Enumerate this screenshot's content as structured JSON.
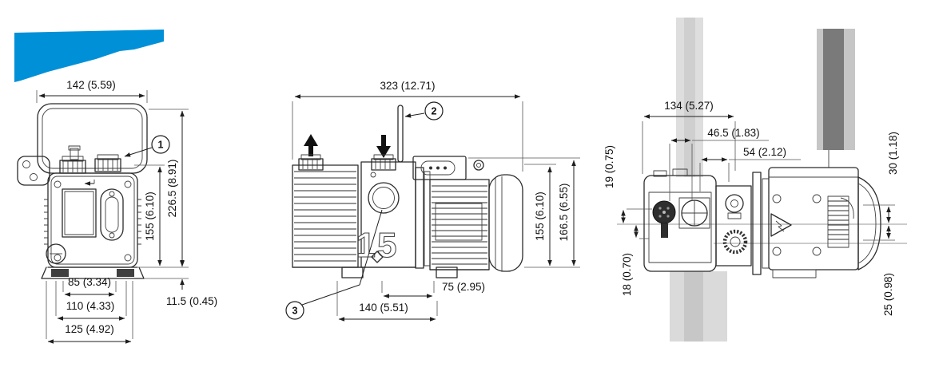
{
  "drawing": {
    "type": "technical-dimension-drawing",
    "subject": "rotary vane vacuum pump, three orthographic views",
    "units_note": "mm (inch)",
    "balloon_1": "1",
    "balloon_2": "2",
    "balloon_3": "3"
  },
  "front_view": {
    "dim_width": "142 (5.59)",
    "dim_body_height": "155 (6.10)",
    "dim_total_height": "226.5 (8.91)",
    "dim_foot_height": "11.5 (0.45)",
    "dim_base_inner": "85 (3.34)",
    "dim_base_mid": "110 (4.33)",
    "dim_base_outer": "125 (4.92)"
  },
  "side_view": {
    "dim_length": "323 (12.71)",
    "dim_body_height": "155 (6.10)",
    "dim_total_height": "166.5 (6.55)",
    "dim_foot_pitch": "140 (5.51)",
    "dim_motor_foot": "75 (2.95)",
    "model_marking": "15"
  },
  "top_view": {
    "dim_width": "134 (5.27)",
    "dim_offset_a": "46.5 (1.83)",
    "dim_offset_b": "54 (2.12)",
    "dim_offset_c": "19 (0.75)",
    "dim_offset_d": "18 (0.70)",
    "dim_offset_e": "30 (1.18)",
    "dim_offset_f": "25 (0.98)"
  },
  "colors": {
    "logo_blue": "#0090d8",
    "line": "#2b2b2b",
    "shadow_dark": "#7a7a7a",
    "shadow_light": "#d8d8d8"
  }
}
